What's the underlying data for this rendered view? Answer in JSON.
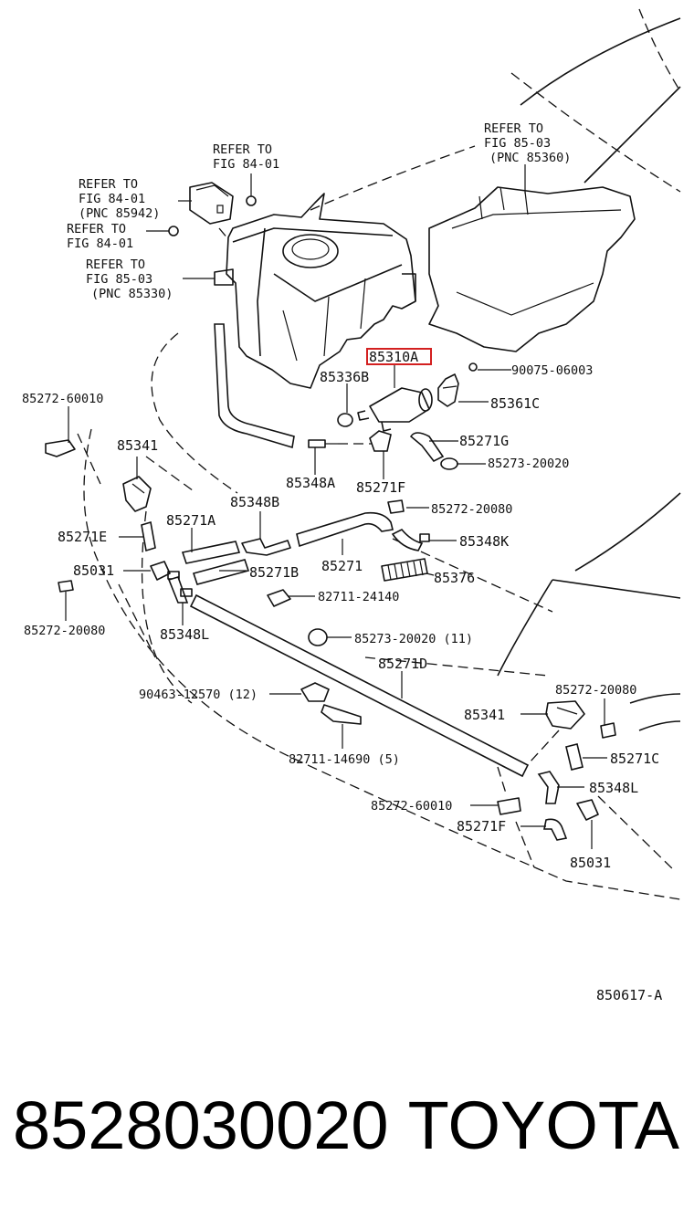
{
  "labels": {
    "refer_84_01_top_a": "REFER TO",
    "refer_84_01_top_b": "FIG 84-01",
    "refer_85942_a": "REFER TO",
    "refer_85942_b": "FIG 84-01",
    "refer_85942_c": "(PNC 85942)",
    "refer_84_01_mid_a": "REFER TO",
    "refer_84_01_mid_b": "FIG 84-01",
    "refer_85330_a": "REFER TO",
    "refer_85330_b": "FIG 85-03",
    "refer_85330_c": "(PNC 85330)",
    "refer_85360_a": "REFER TO",
    "refer_85360_b": "FIG 85-03",
    "refer_85360_c": "(PNC 85360)",
    "p85310A": "85310A",
    "p90075": "90075-06003",
    "p85336B": "85336B",
    "p85361C": "85361C",
    "p85272_60010_a": "85272-60010",
    "p85341_a": "85341",
    "p85271G": "85271G",
    "p85273_20020_a": "85273-20020",
    "p85348A": "85348A",
    "p85271F_a": "85271F",
    "p85348B": "85348B",
    "p85272_20080_a": "85272-20080",
    "p85271E": "85271E",
    "p85271A": "85271A",
    "p85348K": "85348K",
    "p85271": "85271",
    "p85031_a": "85031",
    "p85271B": "85271B",
    "p85376": "85376",
    "p82711_24140": "82711-24140",
    "p85272_20080_b": "85272-20080",
    "p85348L_a": "85348L",
    "p85273_20020_b": "85273-20020 (11)",
    "p85271D": "85271D",
    "p90463": "90463-12570 (12)",
    "p85272_20080_c": "85272-20080",
    "p85341_b": "85341",
    "p82711_14690": "82711-14690 (5)",
    "p85271C": "85271C",
    "p85348L_b": "85348L",
    "p85272_60010_b": "85272-60010",
    "p85271F_b": "85271F",
    "p85031_b": "85031",
    "diagram_id": "850617-A"
  },
  "footer": {
    "part_number": "8528030020",
    "brand": "TOYOTA"
  },
  "highlight_color": "#d32020"
}
